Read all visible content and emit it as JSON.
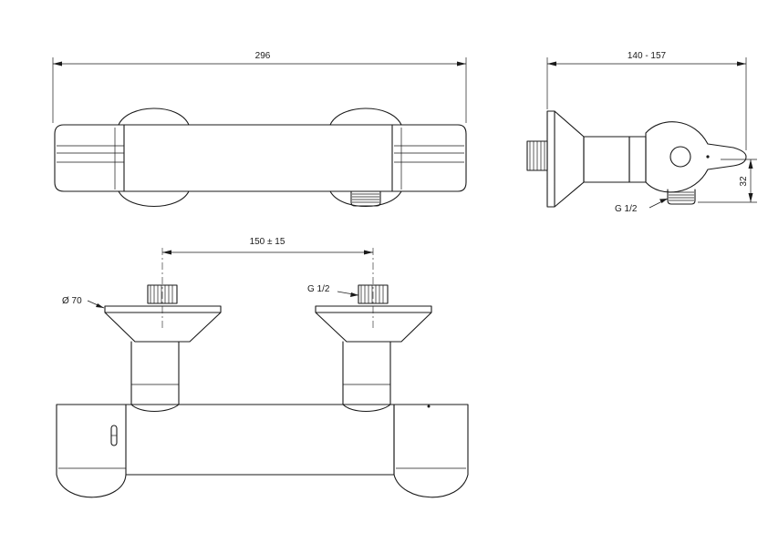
{
  "dimensions": {
    "overall_width": "296",
    "projection": "140 - 157",
    "outlet_height": "32",
    "inlet_spacing": "150 ± 15",
    "rosette_diameter": "Ø 70",
    "thread_side": "G 1/2",
    "thread_front": "G 1/2"
  }
}
